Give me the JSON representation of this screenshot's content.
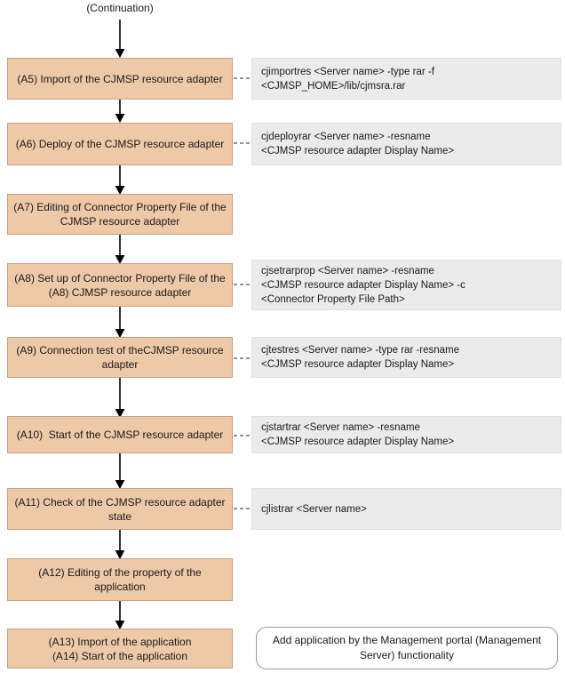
{
  "diagram": {
    "title_note": "(Continuation)",
    "colors": {
      "process_fill": "#eec9a8",
      "process_border": "#c7a183",
      "note_fill": "#ebebeb",
      "note_border": "#e0e0e0",
      "callout_border": "#9a9a9a",
      "arrow": "#000000",
      "dash": "#555555"
    },
    "steps": [
      {
        "id": "a5",
        "label": "(A5) Import of the CJMSP resource adapter",
        "note": "cjimportres <Server name> -type rar -f\n<CJMSP_HOME>/lib/cjmsra.rar"
      },
      {
        "id": "a6",
        "label": "(A6) Deploy of the CJMSP resource adapter",
        "note": "cjdeployrar <Server name> -resname\n<CJMSP resource adapter Display Name>"
      },
      {
        "id": "a7",
        "label": "(A7) Editing of Connector Property File of the\nCJMSP resource adapter",
        "note": ""
      },
      {
        "id": "a8",
        "label": "(A8) Set up of Connector Property File of the\n(A8) CJMSP resource adapter",
        "note": "cjsetrarprop <Server name> -resname\n<CJMSP resource adapter Display Name> -c\n<Connector Property File Path>"
      },
      {
        "id": "a9",
        "label": "(A9) Connection test of theCJMSP resource\nadapter",
        "note": "cjtestres <Server name> -type rar -resname\n<CJMSP resource adapter Display Name>"
      },
      {
        "id": "a10",
        "label": "(A10)  Start of the CJMSP resource adapter",
        "note": "cjstartrar <Server name> -resname\n<CJMSP resource adapter Display Name>"
      },
      {
        "id": "a11",
        "label": "(A11) Check of the CJMSP resource adapter\nstate",
        "note": "cjlistrar <Server name>"
      },
      {
        "id": "a12",
        "label": "(A12) Editing of the property of the\napplication",
        "note": ""
      },
      {
        "id": "a13",
        "label": "(A13) Import of the application\n(A14) Start of the application",
        "note": ""
      }
    ],
    "callout": "Add application by the Management portal (Management\nServer)  functionality"
  }
}
